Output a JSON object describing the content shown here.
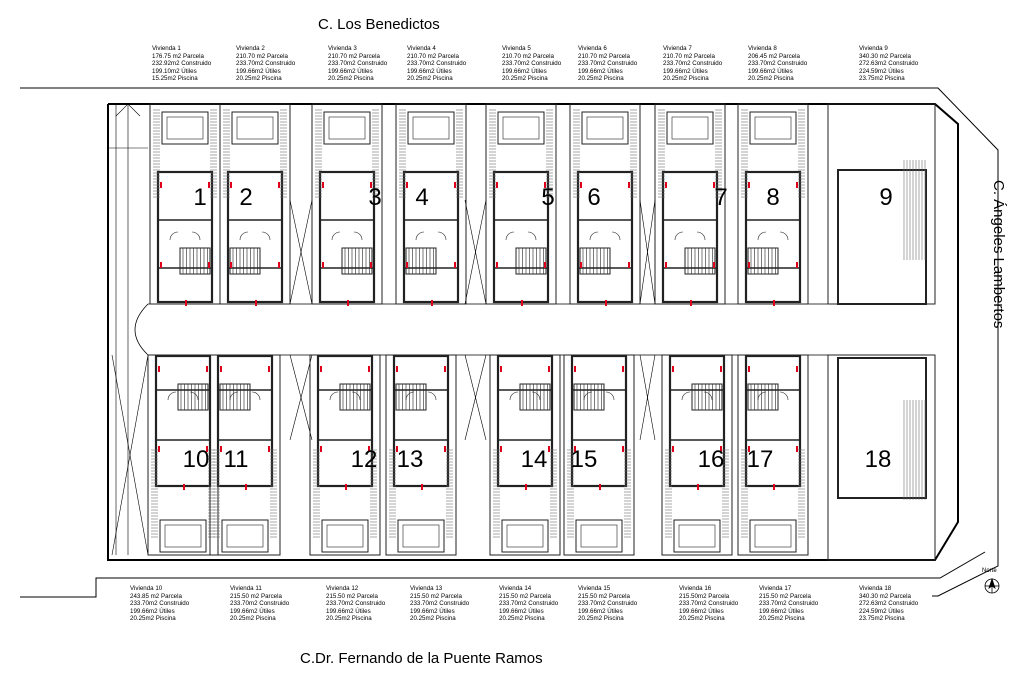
{
  "streets": {
    "top": "C. Los Benedictos",
    "right": "C. Ángeles Lambertos",
    "bottom": "C.Dr. Fernando de la Puente Ramos"
  },
  "north_label": "Norte",
  "units_top": [
    {
      "number": "1",
      "title": "Vivienda 1",
      "lines": [
        "176.75 m2 Parcela",
        "232.92m2 Construido",
        "199.10m2 Útiles",
        "15.25m2 Piscina"
      ]
    },
    {
      "number": "2",
      "title": "Vivienda 2",
      "lines": [
        "210.70 m2 Parcela",
        "233.70m2 Construido",
        "199.66m2 Útiles",
        "20.25m2 Piscina"
      ]
    },
    {
      "number": "3",
      "title": "Vivienda 3",
      "lines": [
        "210.70 m2 Parcela",
        "233.70m2 Construido",
        "199.66m2 Útiles",
        "20.25m2 Piscina"
      ]
    },
    {
      "number": "4",
      "title": "Vivienda 4",
      "lines": [
        "210.70 m2 Parcela",
        "233.70m2 Construido",
        "199.66m2 Útiles",
        "20.25m2 Piscina"
      ]
    },
    {
      "number": "5",
      "title": "Vivienda 5",
      "lines": [
        "210.70 m2 Parcela",
        "233.70m2 Construido",
        "199.66m2 Útiles",
        "20.25m2 Piscina"
      ]
    },
    {
      "number": "6",
      "title": "Vivienda 6",
      "lines": [
        "210.70 m2 Parcela",
        "233.70m2 Construido",
        "199.66m2 Útiles",
        "20.25m2 Piscina"
      ]
    },
    {
      "number": "7",
      "title": "Vivienda 7",
      "lines": [
        "210.70 m2 Parcela",
        "233.70m2 Construido",
        "199.66m2 Útiles",
        "20.25m2 Piscina"
      ]
    },
    {
      "number": "8",
      "title": "Vivienda 8",
      "lines": [
        "206.45 m2 Parcela",
        "233.70m2 Construido",
        "199.66m2 Útiles",
        "20.25m2 Piscina"
      ]
    },
    {
      "number": "9",
      "title": "Vivienda 9",
      "lines": [
        "340.30 m2 Parcela",
        "272.63m2 Construido",
        "224.59m2 Útiles",
        "23.75m2 Piscina"
      ]
    }
  ],
  "units_bottom": [
    {
      "number": "10",
      "title": "Vivienda 10",
      "lines": [
        "243.85 m2 Parcela",
        "233.70m2 Construido",
        "199.66m2 Útiles",
        "20.25m2 Piscina"
      ]
    },
    {
      "number": "11",
      "title": "Vivienda 11",
      "lines": [
        "215.50 m2 Parcela",
        "233.70m2 Construido",
        "199.66m2 Útiles",
        "20.25m2 Piscina"
      ]
    },
    {
      "number": "12",
      "title": "Vivienda 12",
      "lines": [
        "215.50 m2 Parcela",
        "233.70m2 Construido",
        "199.66m2 Útiles",
        "20.25m2 Piscina"
      ]
    },
    {
      "number": "13",
      "title": "Vivienda 13",
      "lines": [
        "215.50 m2 Parcela",
        "233.70m2 Construido",
        "199.66m2 Útiles",
        "20.25m2 Piscina"
      ]
    },
    {
      "number": "14",
      "title": "Vivienda 14",
      "lines": [
        "215.50 m2 Parcela",
        "233.70m2 Construido",
        "199.66m2 Útiles",
        "20.25m2 Piscina"
      ]
    },
    {
      "number": "15",
      "title": "Vivienda 15",
      "lines": [
        "215.50 m2 Parcela",
        "233.70m2 Construido",
        "199.66m2 Útiles",
        "20.25m2 Piscina"
      ]
    },
    {
      "number": "16",
      "title": "Vivienda 16",
      "lines": [
        "215.50m2 Parcela",
        "233.70m2 Construido",
        "199.66m2 Útiles",
        "20.25m2 Piscina"
      ]
    },
    {
      "number": "17",
      "title": "Vivienda 17",
      "lines": [
        "215.50 m2 Parcela",
        "233.70m2 Construido",
        "199.66m2 Útiles",
        "20.25m2 Piscina"
      ]
    },
    {
      "number": "18",
      "title": "Vivienda 18",
      "lines": [
        "340.30 m2 Parcela",
        "272.63m2 Construido",
        "224.59m2 Útiles",
        "23.75m2 Piscina"
      ]
    }
  ],
  "colors": {
    "line": "#000000",
    "wall": "#222222",
    "door_marks": "#e0001b",
    "hatch": "#6d6d6d"
  }
}
